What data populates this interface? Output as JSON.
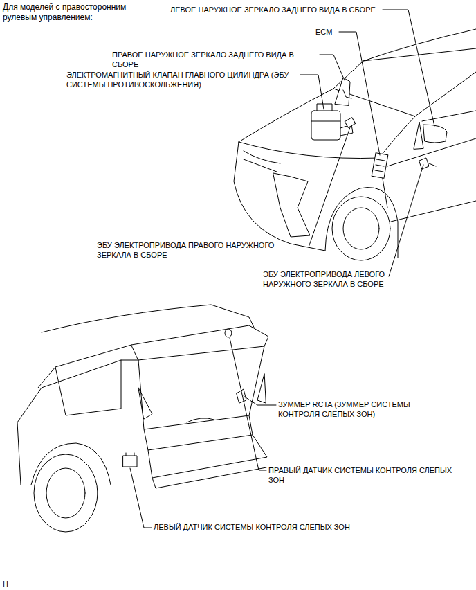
{
  "diagram": {
    "title": "Для моделей с правосторонним рулевым управлением:",
    "labels": [
      "ЛЕВОЕ НАРУЖНОЕ ЗЕРКАЛО ЗАДНЕГО ВИДА В СБОРЕ",
      "ECM",
      "ПРАВОЕ НАРУЖНОЕ ЗЕРКАЛО ЗАДНЕГО ВИДА В СБОРЕ",
      "ЭЛЕКТРОМАГНИТНЫЙ КЛАПАН ГЛАВНОГО ЦИЛИНДРА (ЭБУ СИСТЕМЫ ПРОТИВОСКОЛЬЖЕНИЯ)",
      "ЭБУ ЭЛЕКТРОПРИВОДА ПРАВОГО НАРУЖНОГО ЗЕРКАЛА В СБОРЕ",
      "ЭБУ ЭЛЕКТРОПРИВОДА ЛЕВОГО НАРУЖНОГО ЗЕРКАЛА В СБОРЕ",
      "ЗУММЕР RCTA (ЗУММЕР СИСТЕМЫ КОНТРОЛЯ СЛЕПЫХ ЗОН)",
      "ПРАВЫЙ ДАТЧИК СИСТЕМЫ КОНТРОЛЯ СЛЕПЫХ ЗОН",
      "ЛЕВЫЙ ДАТЧИК СИСТЕМЫ КОНТРОЛЯ СЛЕПЫХ ЗОН",
      "H"
    ]
  }
}
